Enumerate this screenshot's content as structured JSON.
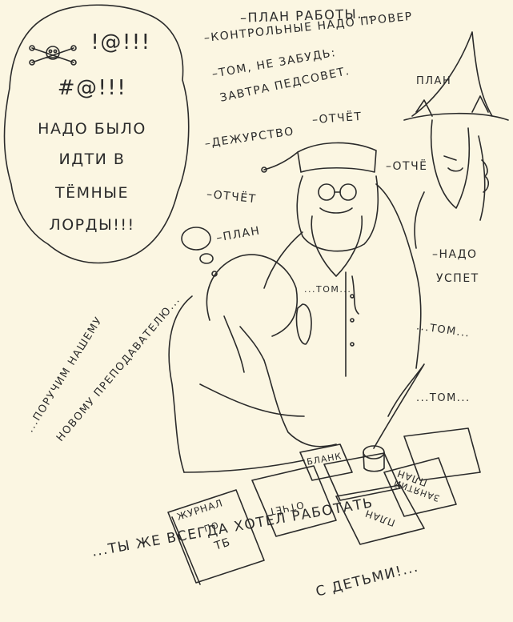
{
  "speech_bubble": {
    "line1": "!@!!!",
    "line2": "#@!!!",
    "line3": "НАДО БЫЛО",
    "line4": "ИДТИ В",
    "line5": "ТЁМНЫЕ",
    "line6": "ЛОРДЫ!!!"
  },
  "overheard": {
    "plan_raboty": "–ПЛАН РАБОТЫ...",
    "kontrolnye": "–КОНТРОЛЬНЫЕ НАДО ПРОВЕР",
    "tom_ne_zabud": "–ТОМ, НЕ ЗАБУДЬ:",
    "zavtra": "ЗАВТРА ПЕДСОВЕТ.",
    "otchet_1": "–ОТЧЁТ",
    "plan_witch": "ПЛАН",
    "dezhurstvo": "–ДЕЖУРСТВО",
    "otchet_2": "–ОТЧЁ",
    "otchet_3": "–ОТЧЁТ",
    "plan_2": "–ПЛАН",
    "nado": "–НАДО",
    "uspet": "УСПЕТ",
    "tom_1": "...ТОМ...",
    "tom_2": "...ТОМ...",
    "tom_3": "...ТОМ..."
  },
  "left_caption": {
    "line1": "...ПОРУЧИМ НАШЕМУ",
    "line2": "НОВОМУ ПРЕПОДАВАТЕЛЮ..."
  },
  "bottom_caption": {
    "line1": "...ТЫ ЖЕ ВСЕГДА ХОТЕЛ РАБОТАТЬ",
    "line2": "С ДЕТЬМИ!..."
  },
  "papers": {
    "journal_l1": "ЖУРНАЛ",
    "journal_l2": "ПО",
    "journal_l3": "ТБ",
    "otchet_paper": "ОТЧЁТ",
    "blank": "БЛАНК",
    "plan_zanyatiy_l1": "ПЛАН",
    "plan_zanyatiy_l2": "ЗАНЯТИЙ",
    "plan_paper": "ПЛАН"
  }
}
